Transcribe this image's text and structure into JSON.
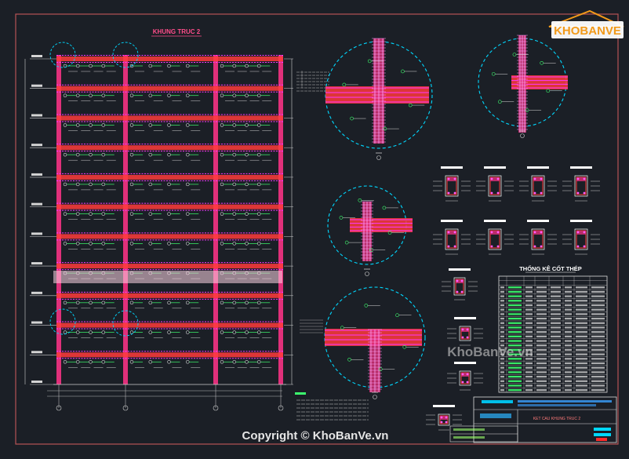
{
  "drawing": {
    "frame_title": "KHUNG TRUC 2",
    "stats_title": "THỐNG KÊ CỐT THÉP",
    "watermark_logo": "KHOBANVE",
    "watermark_mid": "KhoBanVe.vn",
    "copyright": "Copyright © KhoBanVe.vn",
    "title_block_main": "KET CAU KHUNG TRUC 2"
  },
  "colors": {
    "background": "#1b1f26",
    "frame_column": "#e0307a",
    "beam": "#ff3b3b",
    "rebar_magenta": "#ff37ff",
    "annotation_green": "#3cff6e",
    "detail_circle": "#00d8ff",
    "title_cyan": "#22e4ff",
    "highlight_band": "#ffd6e6",
    "logo_orange": "#f29a1a"
  },
  "frame": {
    "bays": 3,
    "stories": 11
  },
  "stats_table": {
    "rows": 26,
    "columns": 8
  }
}
